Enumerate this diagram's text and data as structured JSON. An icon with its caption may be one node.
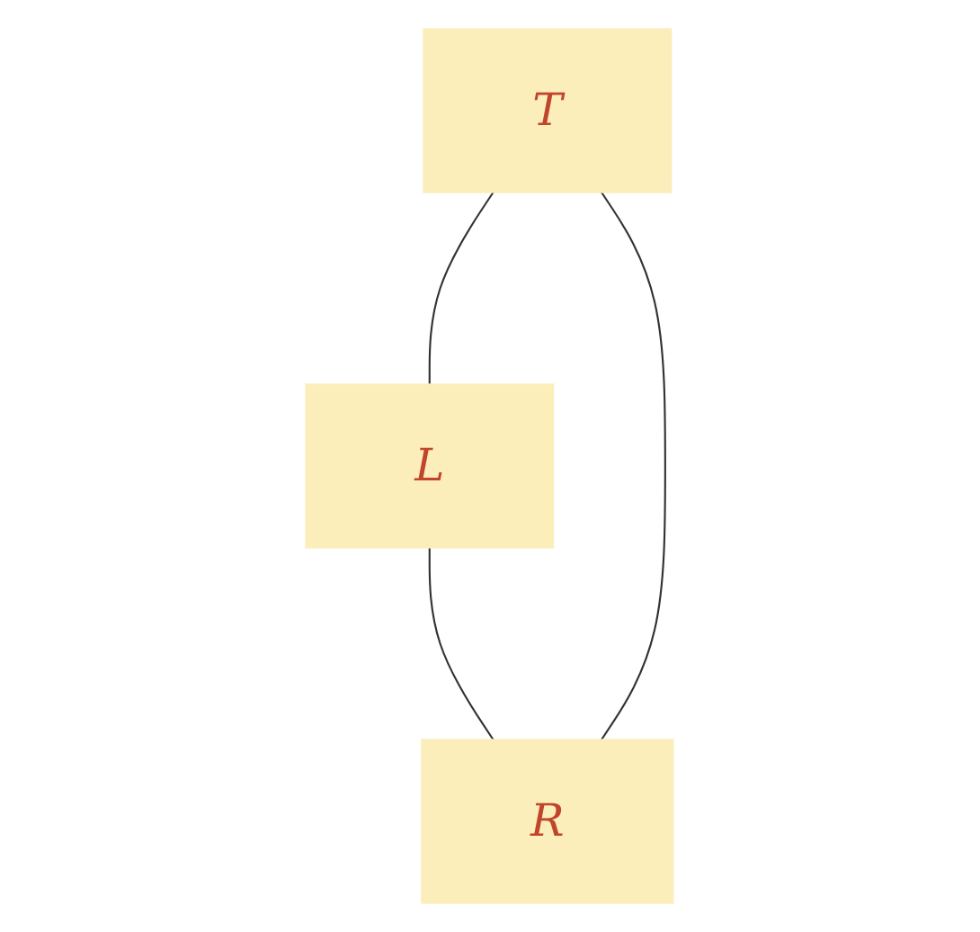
{
  "diagram": {
    "nodes": [
      {
        "text": [
          "T"
        ]
      },
      {
        "text": [
          "L"
        ]
      },
      {
        "text": [
          "R"
        ]
      }
    ],
    "edges": [
      {
        "from": 0,
        "to": 1,
        "arrow": "none"
      },
      {
        "from": 1,
        "to": 2,
        "arrow": "none"
      },
      {
        "from": 2,
        "to": 0,
        "arrow": "none"
      }
    ]
  }
}
